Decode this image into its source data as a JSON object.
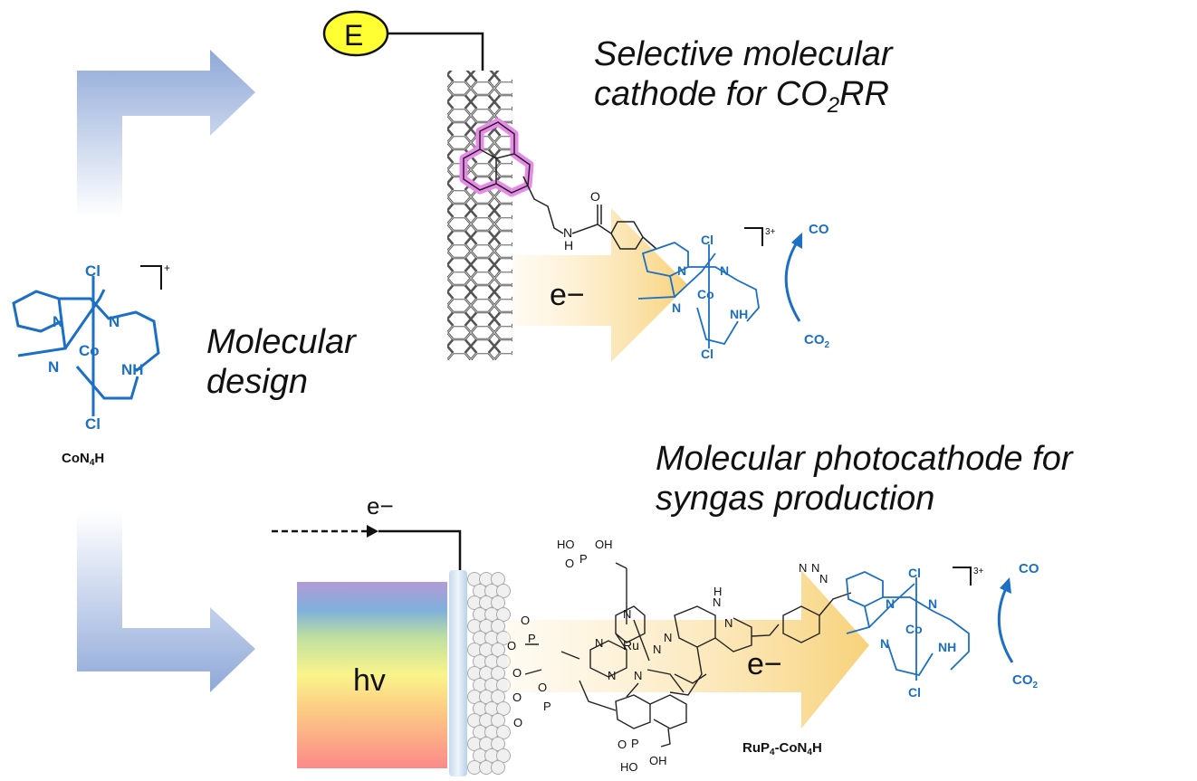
{
  "headings": {
    "top_line1": "Selective molecular",
    "top_line2_pre": "cathode for CO",
    "top_line2_sub": "2",
    "top_line2_post": "RR",
    "left_line1": "Molecular",
    "left_line2": "design",
    "bottom_line1": "Molecular photocathode for",
    "bottom_line2": "syngas production"
  },
  "labels": {
    "electrode": "E",
    "electron_top": "e−",
    "electron_bottom_arrow": "e−",
    "electron_wire": "e−",
    "light": "hv",
    "co": "CO",
    "co2_pre": "CO",
    "co2_sub": "2",
    "charge_plus": "+",
    "charge_3plus": "3+"
  },
  "molecules": {
    "catalyst": {
      "name_pre": "CoN",
      "name_sub": "4",
      "name_post": "H"
    },
    "dyad": {
      "name_pre": "RuP",
      "name_sub1": "4",
      "name_mid": "-CoN",
      "name_sub2": "4",
      "name_post": "H"
    },
    "atoms": {
      "cl": "Cl",
      "n": "N",
      "co": "Co",
      "nh": "NH",
      "ru": "Ru",
      "o": "O",
      "p": "P",
      "h": "H",
      "ho": "HO",
      "oh": "OH"
    }
  },
  "colors": {
    "catalyst_blue": "#1b6fc4",
    "pyrene_pink": "#e88ae8",
    "arrow_blue": "#8fa8d8",
    "electron_arrow": "#f8d88a",
    "electrode_yellow": "#ffff33"
  }
}
